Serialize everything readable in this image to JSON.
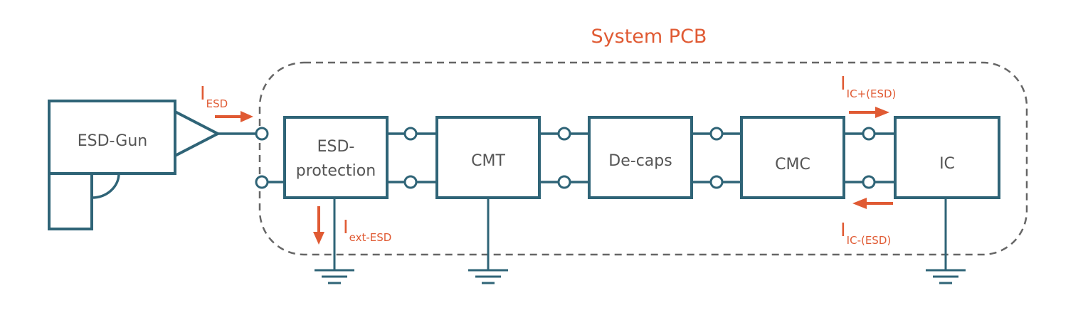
{
  "title": "System PCB",
  "blocks": {
    "esd_gun": "ESD-Gun",
    "esd_protection_line1": "ESD-",
    "esd_protection_line2": "protection",
    "cmt": "CMT",
    "decaps": "De-caps",
    "cmc": "CMC",
    "ic": "IC"
  },
  "currents": {
    "i_esd": {
      "main": "I",
      "sub": "ESD"
    },
    "i_ext_esd": {
      "main": "I",
      "sub": "ext-ESD"
    },
    "i_ic_plus": {
      "main": "I",
      "sub": "IC+(ESD)"
    },
    "i_ic_minus": {
      "main": "I",
      "sub": "IC-(ESD)"
    }
  },
  "colors": {
    "wire": "#2f6477",
    "accent": "#e05a33",
    "label": "#555555",
    "boundary": "#666666"
  }
}
